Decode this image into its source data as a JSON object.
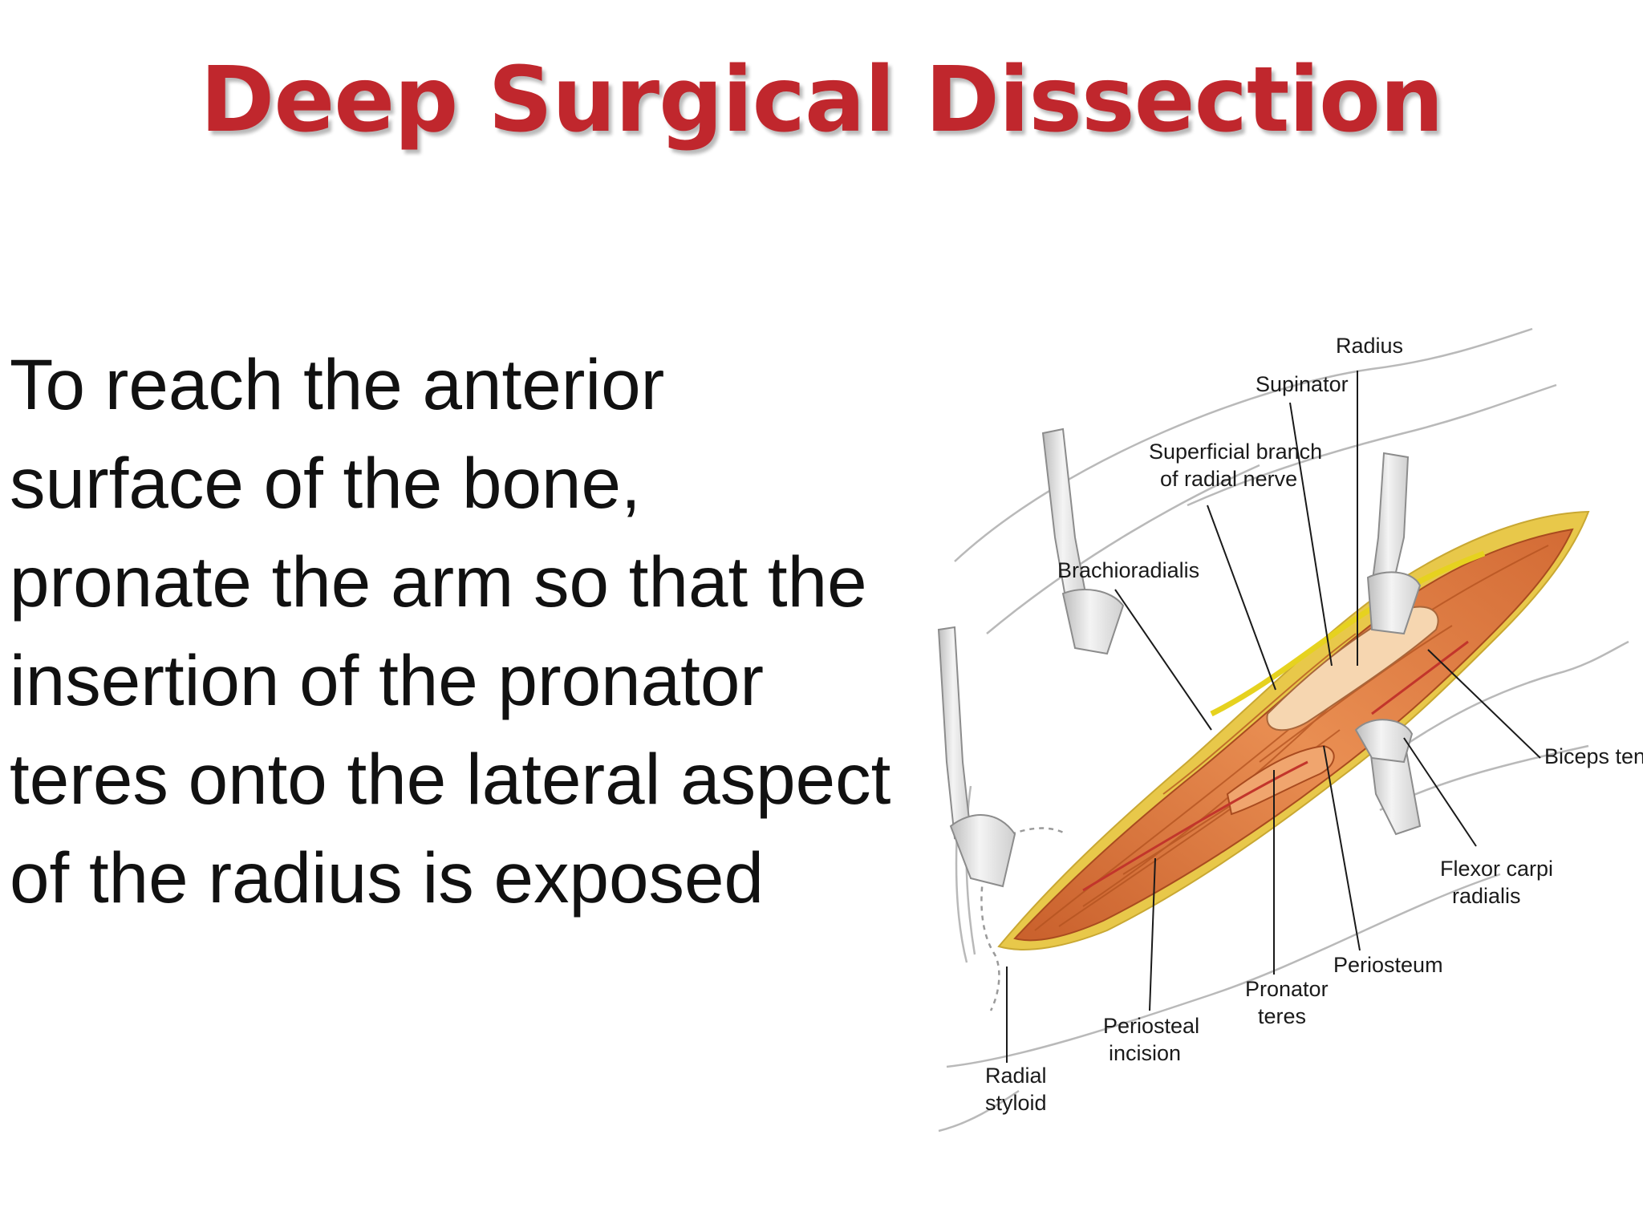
{
  "slide": {
    "title": "Deep Surgical Dissection",
    "body_lines": [
      "To reach the anterior",
      "surface of the bone,",
      "pronate the arm so that the",
      "insertion of the pronator",
      "teres onto the lateral aspect",
      "of the radius is exposed"
    ]
  },
  "figure": {
    "labels": {
      "radius": "Radius",
      "supinator": "Supinator",
      "superficial_branch_l1": "Superficial branch",
      "superficial_branch_l2": "of radial nerve",
      "brachioradialis": "Brachioradialis",
      "biceps_tendon": "Biceps tendon",
      "flexor_carpi_l1": "Flexor carpi",
      "flexor_carpi_l2": "radialis",
      "periosteum": "Periosteum",
      "pronator_teres_l1": "Pronator",
      "pronator_teres_l2": "teres",
      "periosteal_incision_l1": "Periosteal",
      "periosteal_incision_l2": "incision",
      "radial_styloid_l1": "Radial",
      "radial_styloid_l2": "styloid"
    }
  },
  "colors": {
    "title": "#c0272d",
    "text": "#111111",
    "muscle": "#d9773f",
    "muscle_light": "#f0a56e",
    "fat": "#e8c84a",
    "nerve": "#e6d21f",
    "vessel": "#c2352b",
    "retractor": "#e6e6e6"
  }
}
